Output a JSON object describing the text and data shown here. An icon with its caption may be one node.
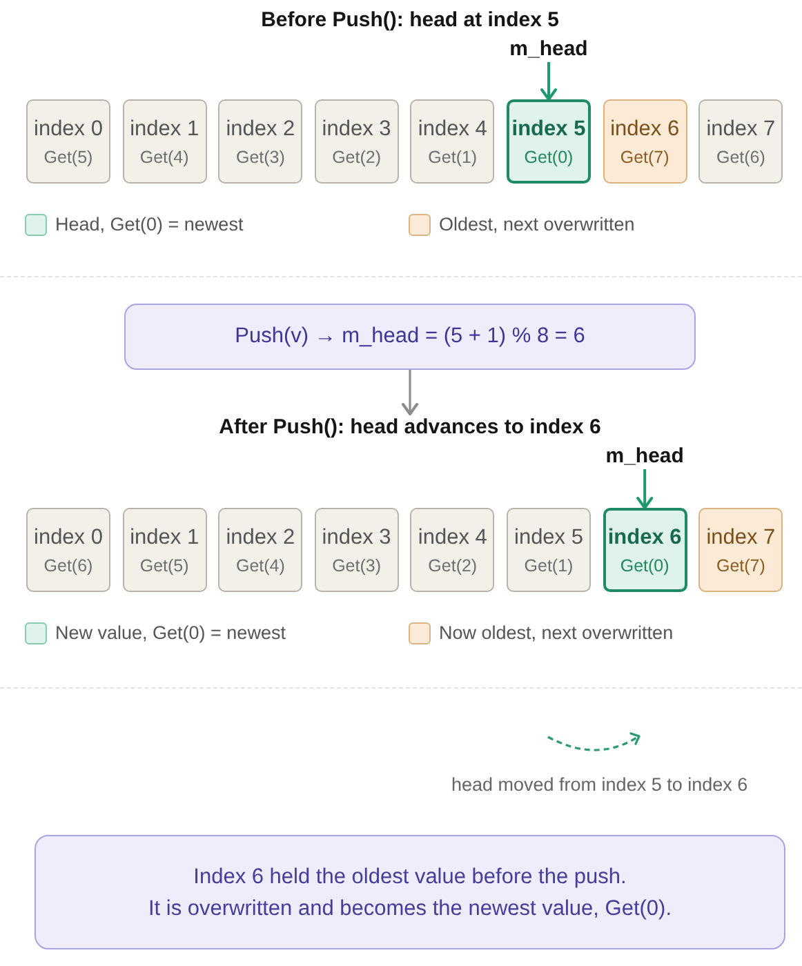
{
  "diagram": {
    "nodes": [
      {
        "text": [
          "m_head"
        ]
      },
      {
        "text": [
          "index 0",
          "Get(5)"
        ]
      },
      {
        "text": [
          "index 1",
          "Get(4)"
        ]
      },
      {
        "text": [
          "index 2",
          "Get(3)"
        ]
      },
      {
        "text": [
          "index 3",
          "Get(2)"
        ]
      },
      {
        "text": [
          "index 4",
          "Get(1)"
        ]
      },
      {
        "text": [
          "index 5",
          "Get(0)"
        ]
      },
      {
        "text": [
          "index 6",
          "Get(7)"
        ]
      },
      {
        "text": [
          "index 7",
          "Get(6)"
        ]
      },
      {
        "text": [
          "Push(v) → m_head = (5 + 1) % 8 = 6"
        ]
      },
      {
        "text": [
          "After Push(): head advances to index 6"
        ]
      },
      {
        "text": [
          "m_head"
        ]
      },
      {
        "text": [
          "index 0",
          "Get(6)"
        ]
      },
      {
        "text": [
          "index 1",
          "Get(5)"
        ]
      },
      {
        "text": [
          "index 2",
          "Get(4)"
        ]
      },
      {
        "text": [
          "index 3",
          "Get(3)"
        ]
      },
      {
        "text": [
          "index 4",
          "Get(2)"
        ]
      },
      {
        "text": [
          "index 5",
          "Get(1)"
        ]
      },
      {
        "text": [
          "index 6",
          "Get(0)"
        ]
      },
      {
        "text": [
          "index 7",
          "Get(7)"
        ]
      },
      {
        "text": [
          "Index 6 held the oldest value before the push.",
          "It is overwritten and becomes the newest value, Get(0)."
        ]
      }
    ],
    "edges": [
      {
        "from": 0,
        "to": 6,
        "arrow": "to"
      },
      {
        "from": 9,
        "to": 10,
        "arrow": "to",
        "color": "#8c8c8c"
      },
      {
        "from": 11,
        "to": 18,
        "arrow": "to"
      }
    ],
    "labels": [
      "Before Push(): head at index 5",
      "head moved from index 5 to index 6"
    ],
    "legend": [
      {
        "text": "Head, Get(0) = newest",
        "color": "#e0f3eb"
      },
      {
        "text": "Oldest, next overwritten",
        "color": "#fbebd6"
      },
      {
        "text": "New value, Get(0) = newest",
        "color": "#e0f3eb"
      },
      {
        "text": "Now oldest, next overwritten",
        "color": "#fbebd6"
      }
    ]
  }
}
